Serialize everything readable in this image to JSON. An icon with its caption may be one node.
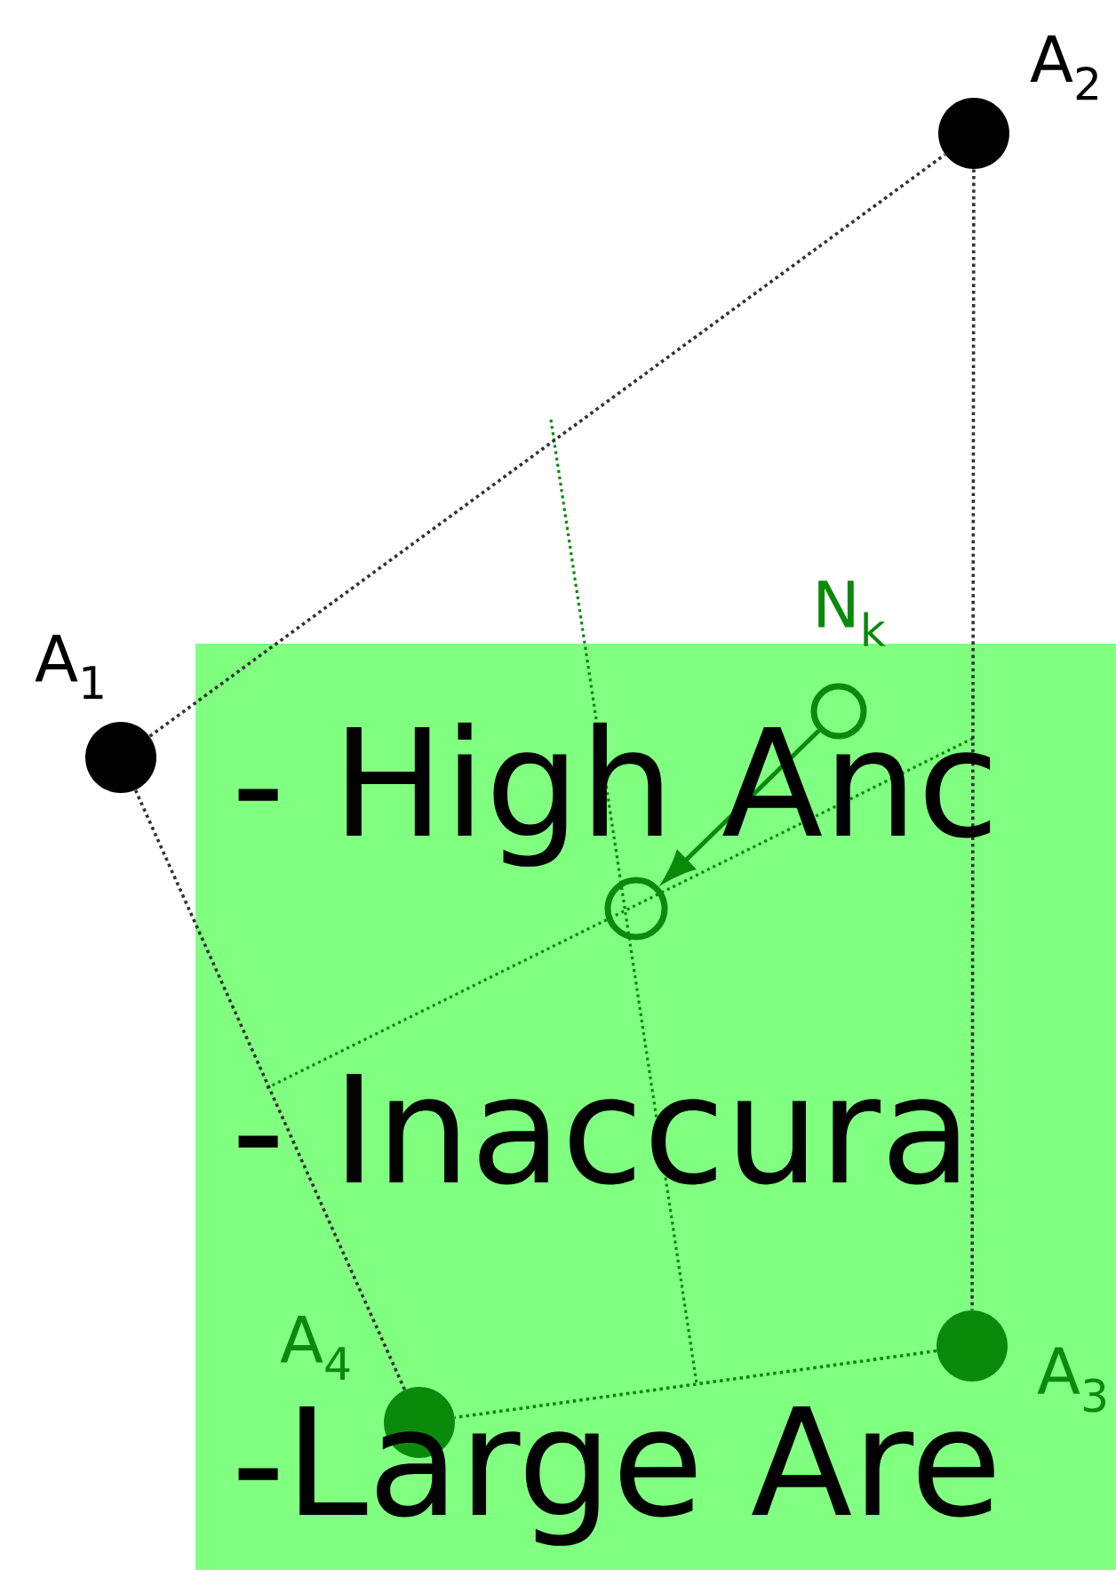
{
  "diagram": {
    "nodes": [
      {
        "text": [],
        "shape": "circle",
        "beside": [
          "A$_{1}$"
        ]
      },
      {
        "text": [],
        "shape": "circle",
        "beside": [
          "A$_{2}$"
        ]
      },
      {
        "text": [],
        "shape": "circle",
        "beside": [
          "N$_{k}$"
        ]
      },
      {
        "text": [],
        "shape": "circle"
      },
      {
        "text": [],
        "shape": "circle",
        "beside": [
          "A$_{3}$"
        ]
      },
      {
        "text": [],
        "shape": "circle",
        "beside": [
          "A$_{4}$"
        ]
      }
    ],
    "labels": [
      "- High Anc",
      "- Inaccura",
      "-Large Are"
    ],
    "edges": [
      {
        "from": 0,
        "to": 1,
        "arrow": "none",
        "style": "dashed"
      },
      {
        "from": 1,
        "to": 4,
        "arrow": "none",
        "style": "dashed"
      },
      {
        "from": 4,
        "to": 5,
        "arrow": "none",
        "style": "dashed",
        "color": "#0a8a0a"
      },
      {
        "from": 5,
        "to": 0,
        "arrow": "none",
        "style": "dashed"
      },
      {
        "from": 2,
        "to": 3,
        "arrow": "to",
        "color": "#0a8a0a"
      }
    ]
  }
}
